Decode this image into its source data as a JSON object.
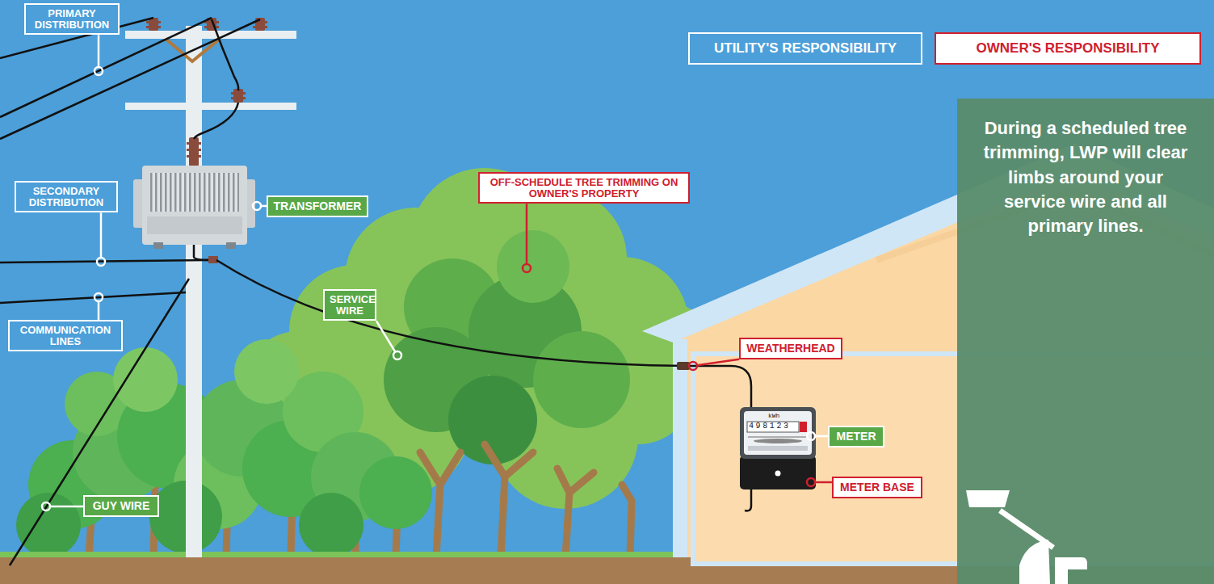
{
  "diagram": {
    "nodes": [
      {
        "text": [
          "PRIMARY DISTRIBUTION"
        ]
      },
      {
        "text": [
          "SECONDARY DISTRIBUTION"
        ]
      },
      {
        "text": [
          "TRANSFORMER"
        ]
      },
      {
        "text": [
          "OFF-SCHEDULE TREE TRIMMING ON OWNER'S PROPERTY"
        ]
      },
      {
        "text": [
          "SERVICE WIRE"
        ]
      },
      {
        "text": [
          "COMMUNICATION LINES"
        ]
      },
      {
        "text": [
          "WEATHERHEAD"
        ]
      },
      {
        "text": [
          "METER"
        ]
      },
      {
        "text": [
          "METER BASE"
        ]
      },
      {
        "text": [
          "GUY WIRE"
        ]
      },
      {
        "text": [
          "During a scheduled tree trimming, LWP will clear limbs around your service wire and all primary lines."
        ]
      }
    ],
    "labels": [
      "kWh",
      "498123"
    ],
    "legend": [
      {
        "text": "UTILITY'S RESPONSIBILITY",
        "color": "#ffffff"
      },
      {
        "text": "OWNER'S RESPONSIBILITY",
        "color": "#d0202e"
      }
    ]
  }
}
